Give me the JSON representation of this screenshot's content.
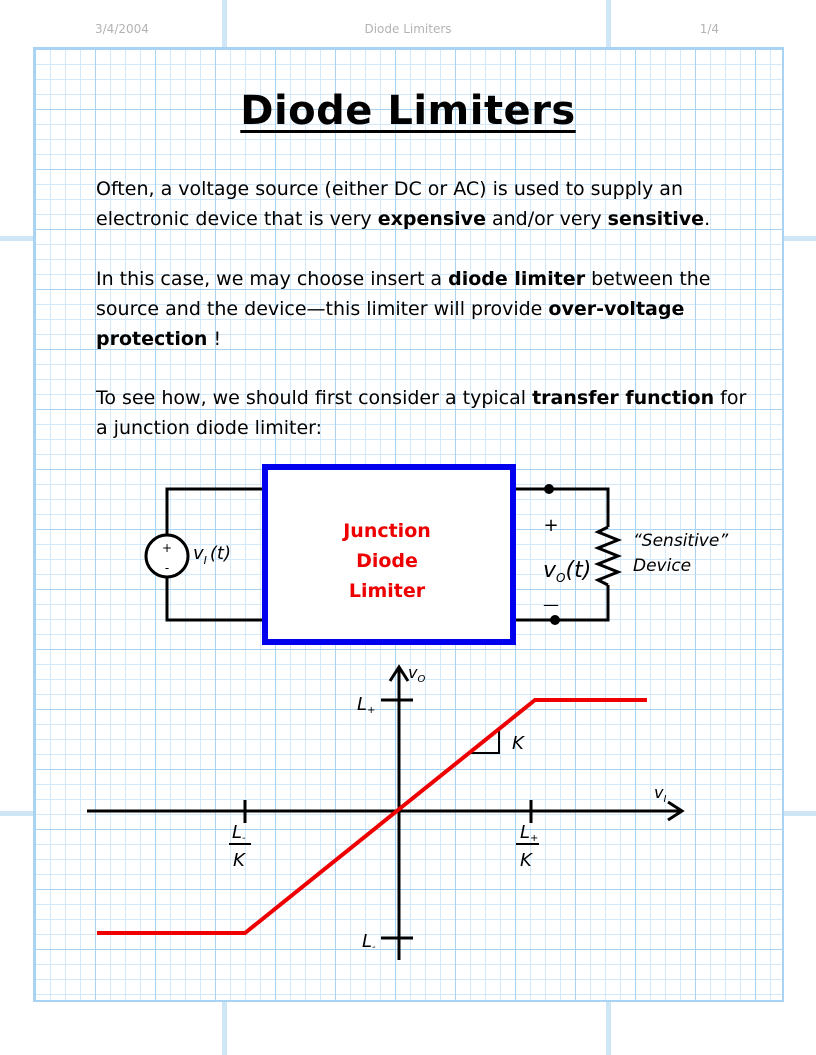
{
  "header": {
    "date": "3/4/2004",
    "title": "Diode Limiters",
    "page": "1/4"
  },
  "title": "Diode Limiters",
  "paragraphs": {
    "p1": {
      "t1": "Often, a voltage source (either DC or AC) is used to supply an electronic device that is very ",
      "b1": "expensive",
      "t2": " and/or very ",
      "b2": "sensitive",
      "t3": "."
    },
    "p2": {
      "t1": "In this case, we may choose insert a ",
      "b1": "diode limiter",
      "t2": " between the source and the device—this limiter will provide ",
      "b2": "over-voltage protection",
      "t3": " !"
    },
    "p3": {
      "t1": "To see how, we should first consider a typical ",
      "b1": "transfer function",
      "t2": " for a junction diode limiter:"
    }
  },
  "circuit": {
    "box_label": [
      "Junction",
      "Diode",
      "Limiter"
    ],
    "source_label": "v",
    "source_sub": "I",
    "source_arg": "(t)",
    "source_plus": "+",
    "source_minus": "-",
    "output_plus": "+",
    "output_minus": "—",
    "output_label": "v",
    "output_sub": "O",
    "output_arg": "(t)",
    "device_label_1": "“Sensitive”",
    "device_label_2": "Device",
    "colors": {
      "box_border": "#0000ee",
      "box_text": "#ee0000",
      "wire": "#000000"
    }
  },
  "graph": {
    "y_axis_label": "v",
    "y_axis_sub": "O",
    "x_axis_label": "v",
    "x_axis_sub": "I",
    "L_plus": "L",
    "L_plus_sub": "+",
    "L_minus": "L",
    "L_minus_sub": "-",
    "slope_label": "K",
    "neg_break_num": "L",
    "neg_break_num_sub": "-",
    "neg_break_den": "K",
    "pos_break_num": "L",
    "pos_break_num_sub": "+",
    "pos_break_den": "K",
    "curve_color": "#ee0000"
  }
}
